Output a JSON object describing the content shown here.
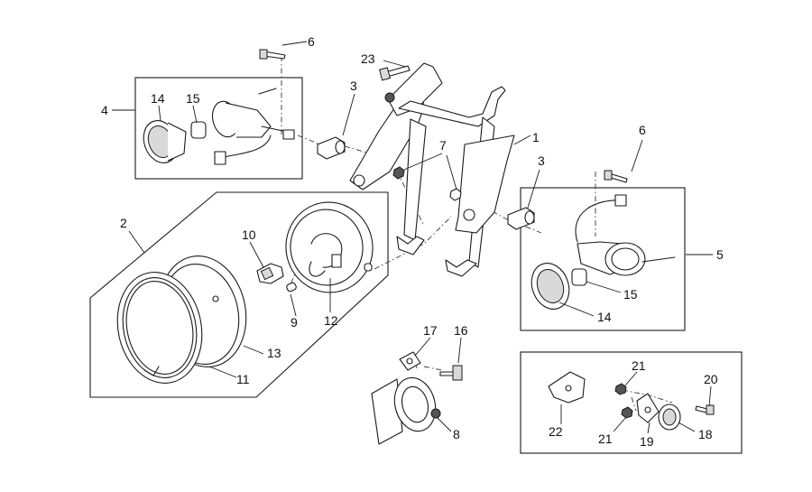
{
  "diagram": {
    "callouts": {
      "c1": "1",
      "c2": "2",
      "c3a": "3",
      "c3b": "3",
      "c4": "4",
      "c5": "5",
      "c6a": "6",
      "c6b": "6",
      "c7": "7",
      "c8": "8",
      "c9": "9",
      "c10": "10",
      "c11": "11",
      "c12": "12",
      "c13": "13",
      "c14a": "14",
      "c14b": "14",
      "c15a": "15",
      "c15b": "15",
      "c16": "16",
      "c17": "17",
      "c18": "18",
      "c19": "19",
      "c20": "20",
      "c21a": "21",
      "c21b": "21",
      "c22": "22",
      "c23": "23"
    }
  }
}
